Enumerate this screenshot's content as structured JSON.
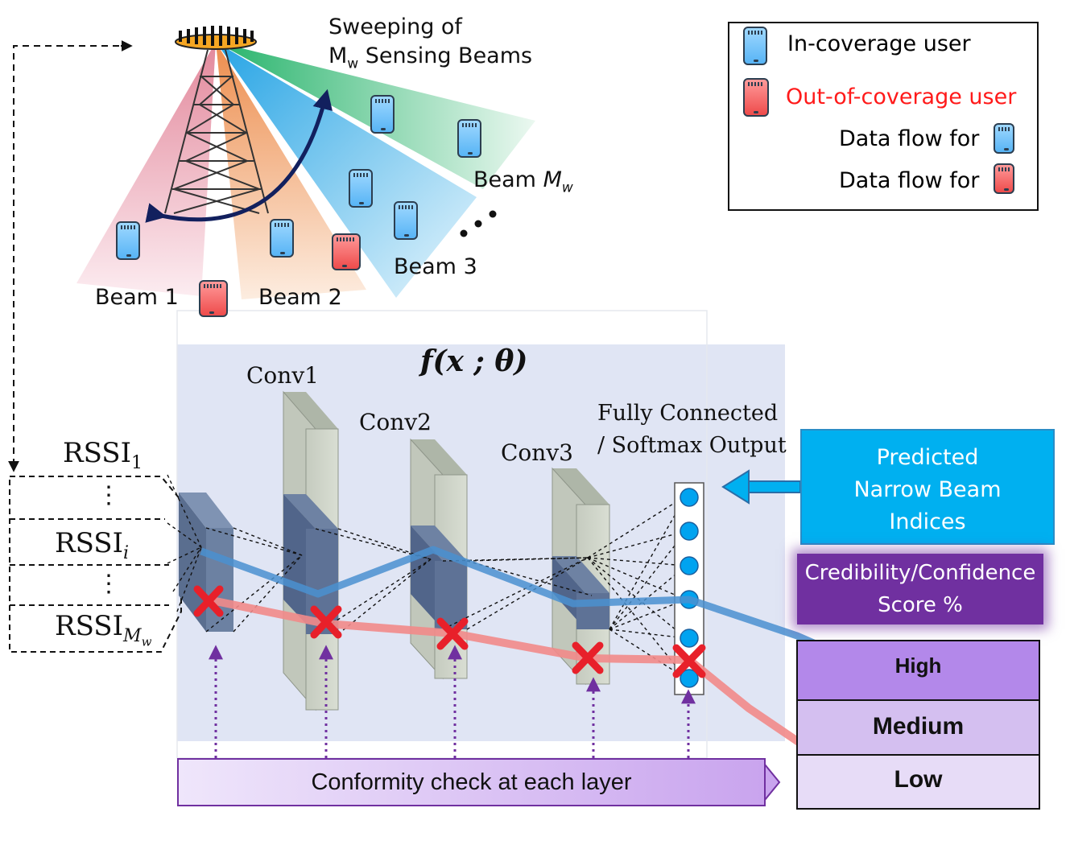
{
  "sweep_title_line1": "Sweeping of",
  "sweep_title_line2_prefix": "M",
  "sweep_title_line2_sub": "w",
  "sweep_title_line2_rest": " Sensing Beams",
  "beams": {
    "beam1": "Beam 1",
    "beam2": "Beam 2",
    "beam3": "Beam 3",
    "beam_mw_prefix": "Beam ",
    "beam_mw_var": "M",
    "beam_mw_sub": "w"
  },
  "legend": {
    "in_coverage": "In-coverage user",
    "out_coverage": "Out-of-coverage  user",
    "data_flow_blue": "Data flow for",
    "data_flow_red": "Data flow for"
  },
  "network": {
    "function_label": "f(x ; θ)",
    "conv1": "Conv1",
    "conv2": "Conv2",
    "conv3": "Conv3",
    "fc_line1": "Fully Connected",
    "fc_line2": "/ Softmax Output"
  },
  "inputs": {
    "rssi": "RSSI",
    "sub_1": "1",
    "sub_i": "i",
    "sub_mw": "M",
    "sub_mw_sub": "w",
    "dots": "⋮"
  },
  "predicted_box": {
    "line1": "Predicted",
    "line2": "Narrow Beam",
    "line3": "Indices"
  },
  "credibility_box": {
    "line1": "Credibility/Confidence",
    "line2": "Score %"
  },
  "scores": {
    "high": "High",
    "medium": "Medium",
    "low": "Low"
  },
  "conformity": "Conformity check at each layer",
  "colors": {
    "blue_flow": "#4a90d0",
    "red_flow": "#f28a8a",
    "predicted_box": "#00b0f0",
    "credibility_box": "#7030a0",
    "high": "#b388ea",
    "medium": "#d4bff0",
    "low": "#e7dcf7",
    "network_bg": "#e0e5f4"
  }
}
